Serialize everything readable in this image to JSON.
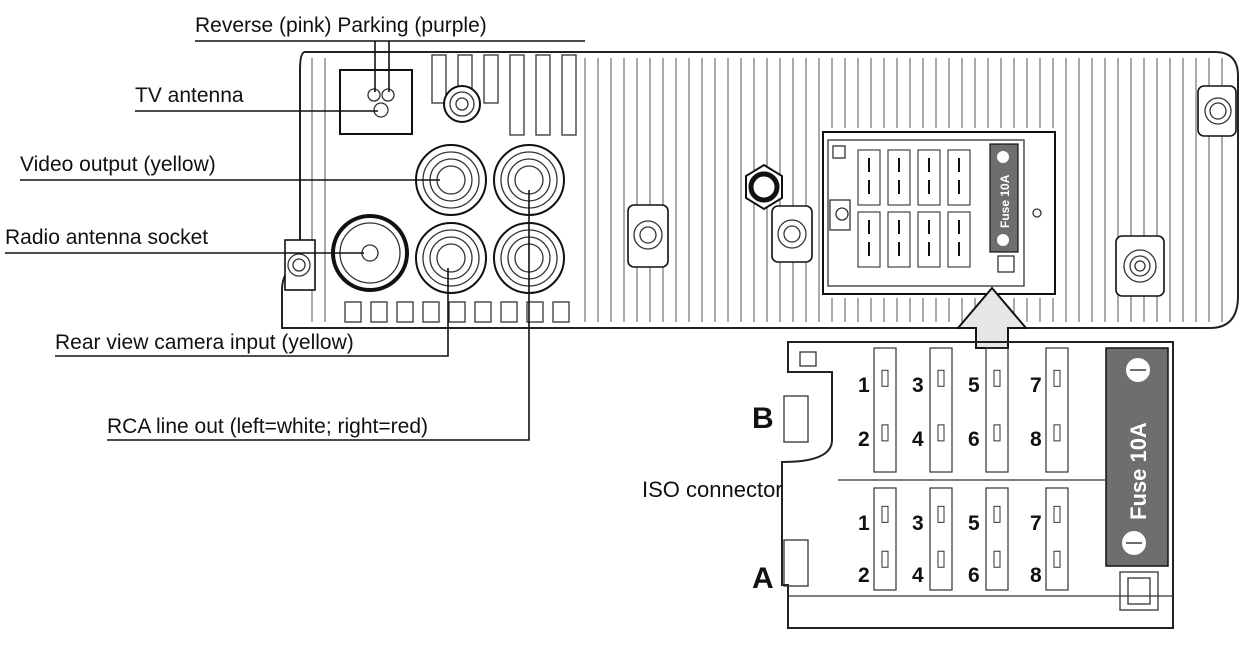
{
  "labels": {
    "reverse_parking": "Reverse (pink) Parking (purple)",
    "tv_antenna": "TV antenna",
    "video_output": "Video output (yellow)",
    "radio_antenna": "Radio antenna socket",
    "rear_camera": "Rear view camera input (yellow)",
    "rca_line_out": "RCA line out (left=white; right=red)",
    "iso_connector": "ISO connector"
  },
  "connector": {
    "bank_b": "B",
    "bank_a": "A",
    "pins_top_row": [
      "1",
      "3",
      "5",
      "7"
    ],
    "pins_bottom_row": [
      "2",
      "4",
      "6",
      "8"
    ],
    "fuse_label": "Fuse 10A"
  },
  "colors": {
    "line": "#111111",
    "fuse_bg": "#6e6e6e",
    "arrow_fill": "#e6e6e6"
  }
}
